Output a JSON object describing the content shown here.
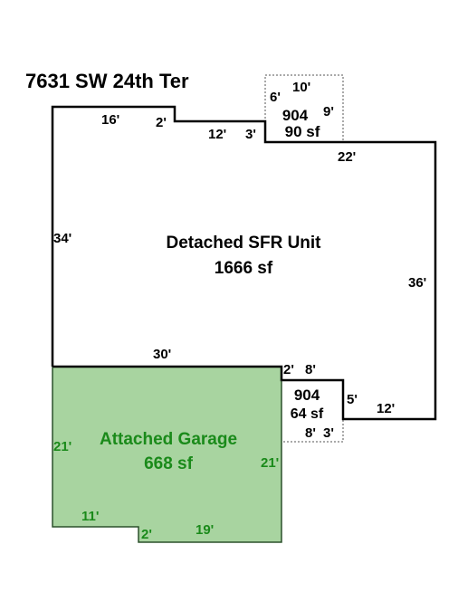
{
  "title": "7631 SW 24th Ter",
  "main_unit": {
    "name": "Detached SFR Unit",
    "area": "1666 sf"
  },
  "garage": {
    "name": "Attached Garage",
    "area": "668 sf"
  },
  "area_904_top": {
    "code": "904",
    "area": "90 sf"
  },
  "area_904_right": {
    "code": "904",
    "area": "64 sf"
  },
  "dimensions": {
    "main_top_left": "16'",
    "main_notch_left": "2'",
    "main_top_middle": "12'",
    "main_notch_right": "3'",
    "main_top_right": "22'",
    "main_left": "34'",
    "main_right": "36'",
    "main_bottom": "30'",
    "top904_width": "10'",
    "top904_left": "6'",
    "top904_right": "9'",
    "right904_top_left": "2'",
    "right904_top": "8'",
    "right904_right": "5'",
    "right904_bottom_left": "8'",
    "right904_bottom_right": "3'",
    "main_bottom_right": "12'",
    "garage_left": "21'",
    "garage_right": "21'",
    "garage_bottom_left": "11'",
    "garage_notch": "2'",
    "garage_bottom_right": "19'"
  },
  "colors": {
    "garage_fill": "#a8d4a0",
    "garage_text": "#1a8a1a"
  }
}
